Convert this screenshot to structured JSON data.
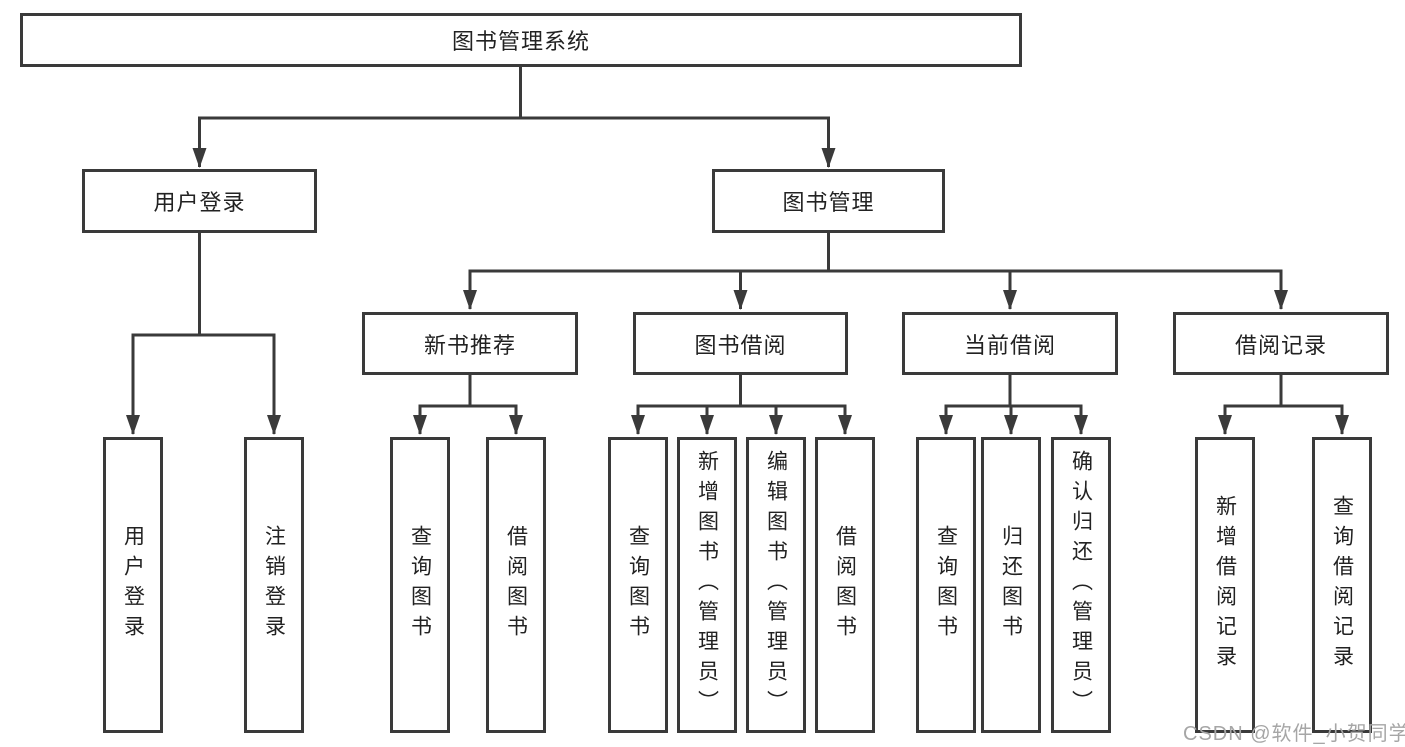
{
  "colors": {
    "background": "#ffffff",
    "line": "#3a3a3a",
    "box_border": "#3a3a3a",
    "text": "#222222",
    "watermark": "#a6a6a6"
  },
  "diagram": {
    "root": "图书管理系统",
    "level2": {
      "user_login": "用户登录",
      "book_mgmt": "图书管理"
    },
    "level3": {
      "new_book_rec": "新书推荐",
      "book_borrow": "图书借阅",
      "current_borrow": "当前借阅",
      "borrow_records": "借阅记录"
    },
    "leaves": {
      "user_login": "用户登录",
      "logout": "注销登录",
      "nbr_query_books": "查询图书",
      "nbr_borrow_books": "借阅图书",
      "bb_query_books": "查询图书",
      "bb_add_books": "新增图书（管理员）",
      "bb_edit_books": "编辑图书（管理员）",
      "bb_borrow_books": "借阅图书",
      "cb_query_books": "查询图书",
      "cb_return_books": "归还图书",
      "cb_confirm_return": "确认归还（管理员）",
      "br_add_record": "新增借阅记录",
      "br_query_record": "查询借阅记录"
    }
  },
  "watermark": "CSDN @软件_小贺同学"
}
